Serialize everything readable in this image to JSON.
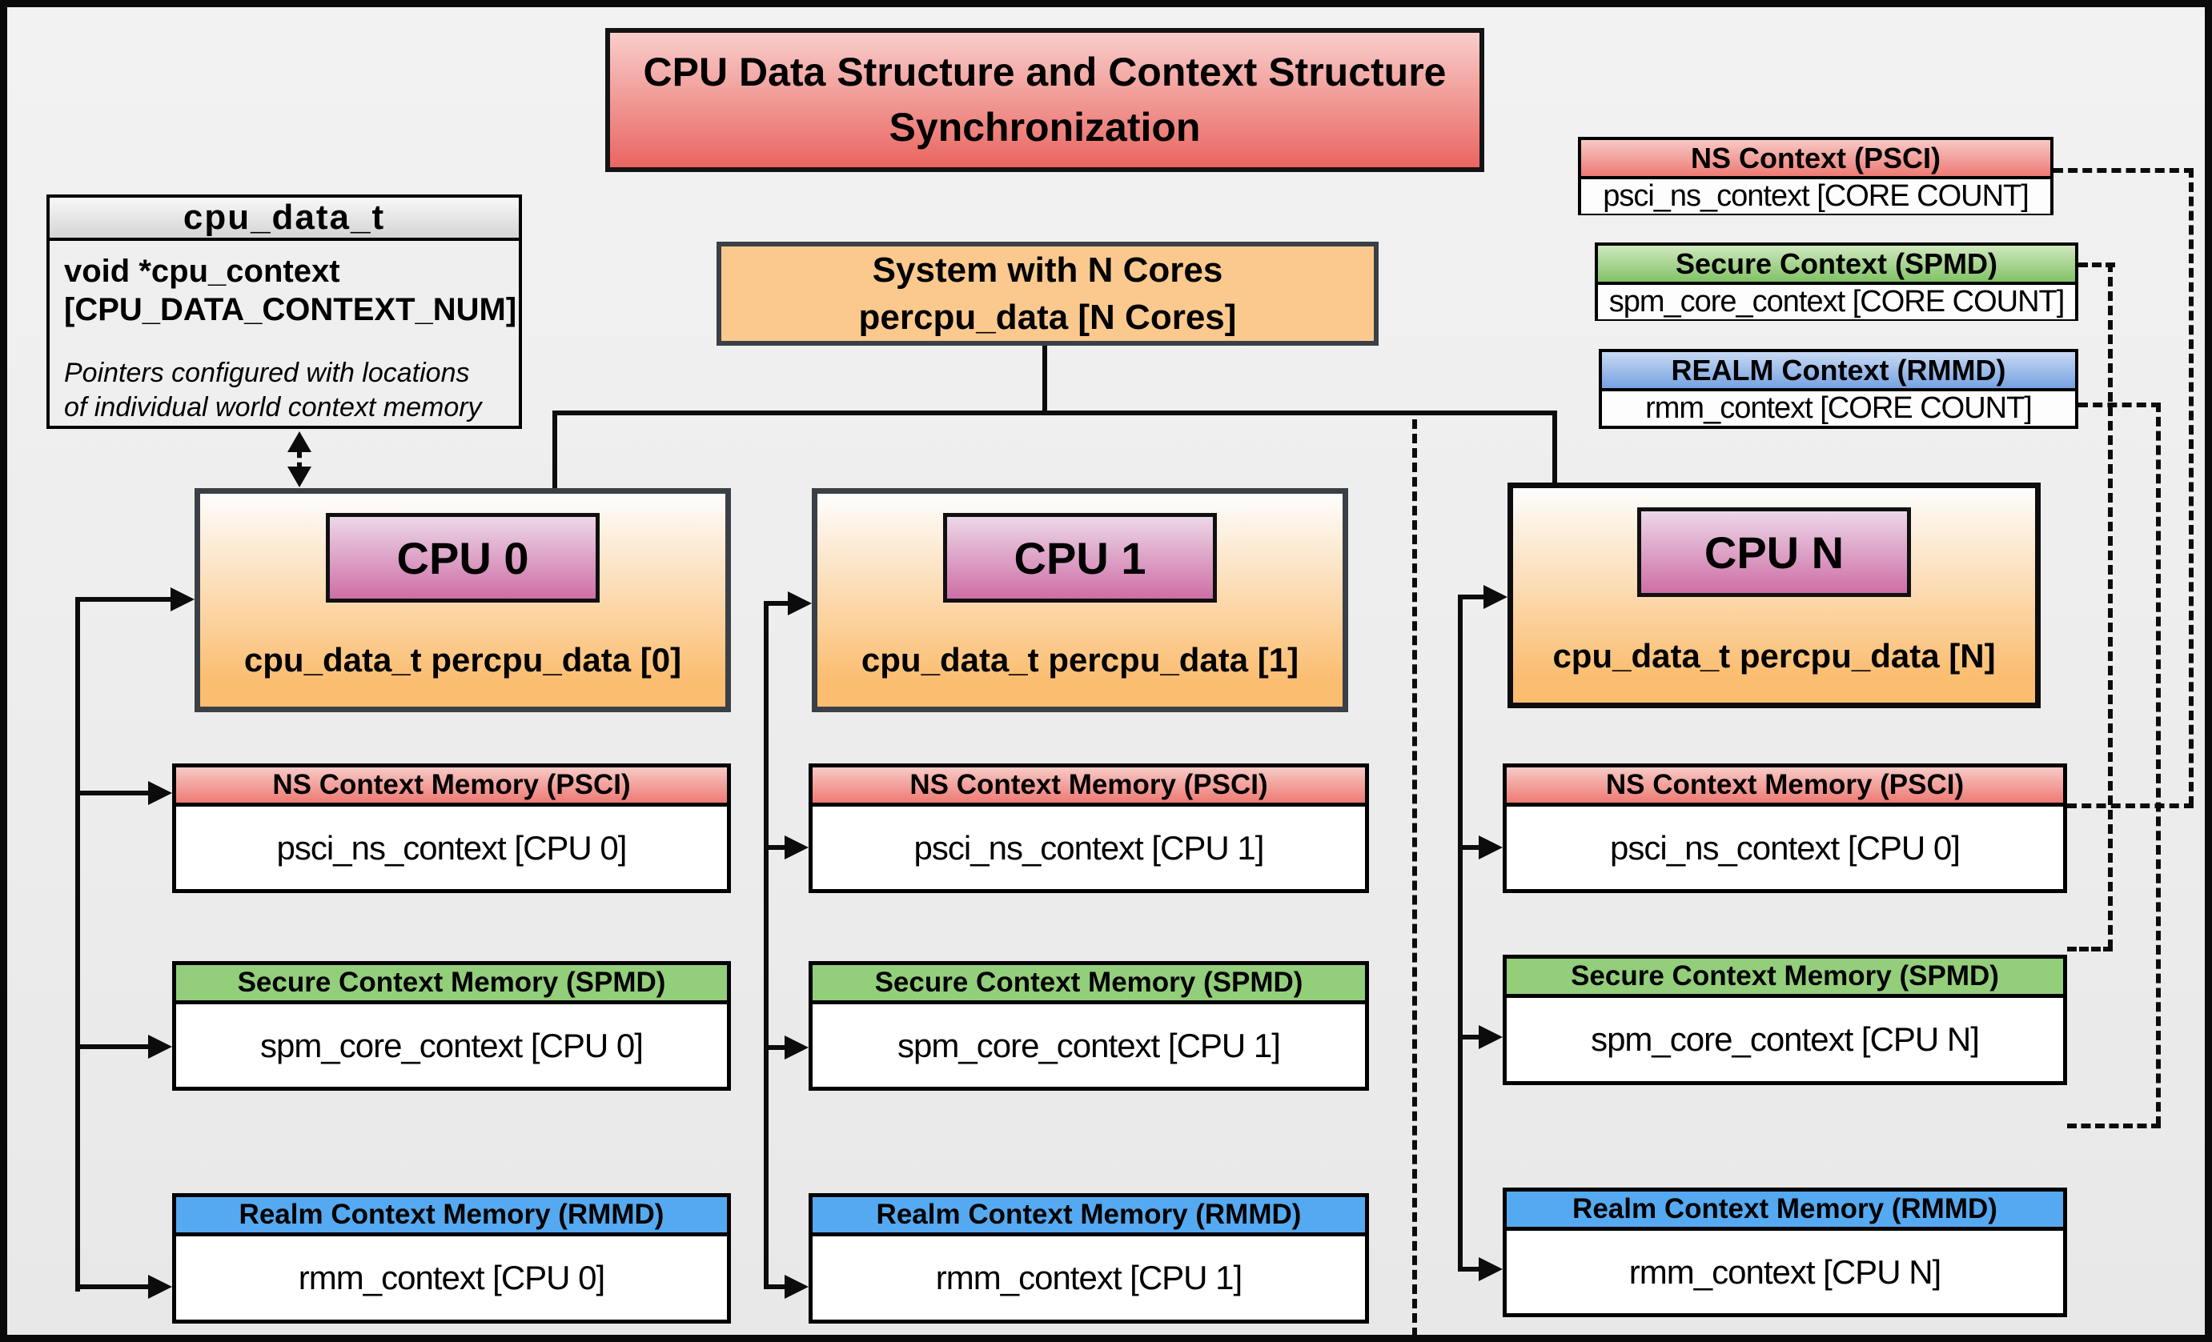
{
  "title": "CPU Data Structure and Context Structure Synchronization",
  "cpu_data_struct": {
    "header": "cpu_data_t",
    "field_line1": "void  *cpu_context",
    "field_line2": "[CPU_DATA_CONTEXT_NUM]",
    "note_line1": "Pointers configured with locations",
    "note_line2": "of individual world context memory"
  },
  "system_box": {
    "line1": "System with N Cores",
    "line2": "percpu_data [N Cores]"
  },
  "legend": {
    "psci": {
      "header": "NS Context  (PSCI)",
      "body": "psci_ns_context [CORE COUNT]"
    },
    "spmd": {
      "header": "Secure Context (SPMD)",
      "body": "spm_core_context [CORE COUNT]"
    },
    "rmmd": {
      "header": "REALM Context (RMMD)",
      "body": "rmm_context [CORE COUNT]"
    }
  },
  "cpus": [
    {
      "label": "CPU 0",
      "data_label": "cpu_data_t percpu_data [0]",
      "ns": {
        "header": "NS Context Memory (PSCI)",
        "body": "psci_ns_context [CPU 0]"
      },
      "secure": {
        "header": "Secure Context Memory (SPMD)",
        "body": "spm_core_context [CPU 0]"
      },
      "realm": {
        "header": "Realm Context Memory (RMMD)",
        "body": "rmm_context [CPU 0]"
      }
    },
    {
      "label": "CPU 1",
      "data_label": "cpu_data_t percpu_data [1]",
      "ns": {
        "header": "NS Context Memory (PSCI)",
        "body": "psci_ns_context [CPU 1]"
      },
      "secure": {
        "header": "Secure Context Memory (SPMD)",
        "body": "spm_core_context [CPU 1]"
      },
      "realm": {
        "header": "Realm Context Memory (RMMD)",
        "body": "rmm_context [CPU 1]"
      }
    },
    {
      "label": "CPU N",
      "data_label": "cpu_data_t percpu_data [N]",
      "ns": {
        "header": "NS Context Memory (PSCI)",
        "body": "psci_ns_context [CPU 0]"
      },
      "secure": {
        "header": "Secure Context Memory (SPMD)",
        "body": "spm_core_context [CPU N]"
      },
      "realm": {
        "header": "Realm Context Memory (RMMD)",
        "body": "rmm_context [CPU N]"
      }
    }
  ],
  "colors": {
    "ns_red": "#ee7a74",
    "secure_green": "#93ce7b",
    "realm_blue": "#55a9f0",
    "cpu_orange": "#fbbd70",
    "cpu_pink": "#ce6ea6",
    "title_red": "#ea6661",
    "system_orange": "#fbc98e"
  }
}
